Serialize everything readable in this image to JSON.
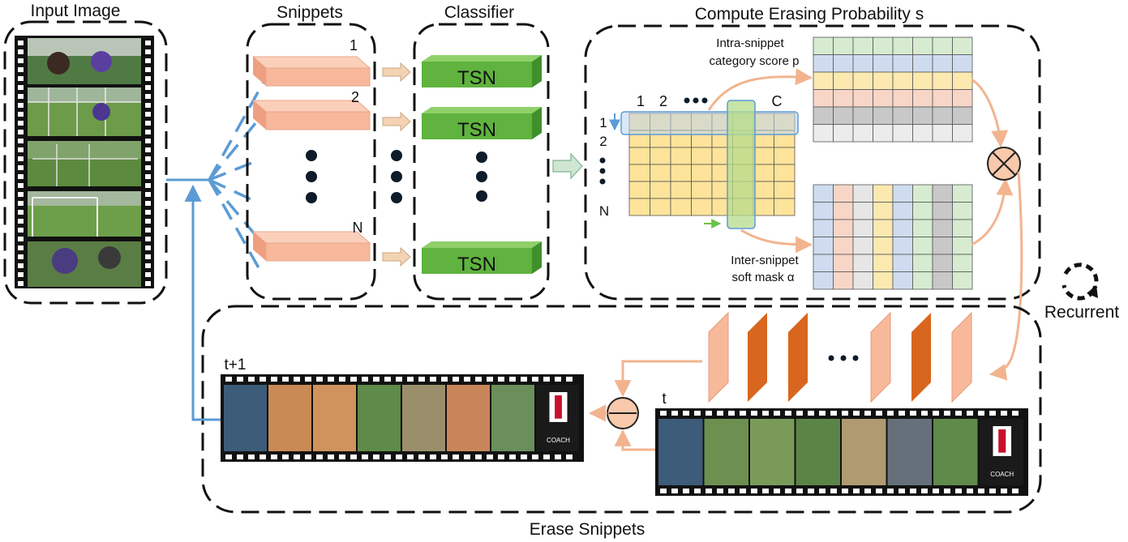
{
  "labels": {
    "input_image": "Input Image",
    "snippets": "Snippets",
    "classifier": "Classifier",
    "compute": "Compute Erasing Probability s",
    "intra_line1": "Intra-snippet",
    "intra_line2": "category score p",
    "inter_line1": "Inter-snippet",
    "inter_line2": "soft mask α",
    "recurrent": "Recurrent",
    "erase": "Erase Snippets",
    "t_plus_1": "t+1",
    "t": "t",
    "tsn": "TSN",
    "snippet_1": "1",
    "snippet_2": "2",
    "snippet_n": "N",
    "col_1": "1",
    "col_2": "2",
    "col_c": "C",
    "row_1": "1",
    "row_2": "2",
    "row_n": "N",
    "coach_logo": "COACH"
  },
  "colors": {
    "snippet_fill": "#f7b89c",
    "snippet_side": "#e8977a",
    "tsn_fill": "#5fb33e",
    "tsn_top": "#8fd06a",
    "grid_yellow": "#fde49a",
    "highlight_blue": "#bcd4ee",
    "highlight_green": "#b5dc8a",
    "arrow_orange": "#f2b48f",
    "arrow_blue": "#5b9bd5",
    "feature_light": "#f8b99a",
    "feature_dark": "#d9661f"
  }
}
